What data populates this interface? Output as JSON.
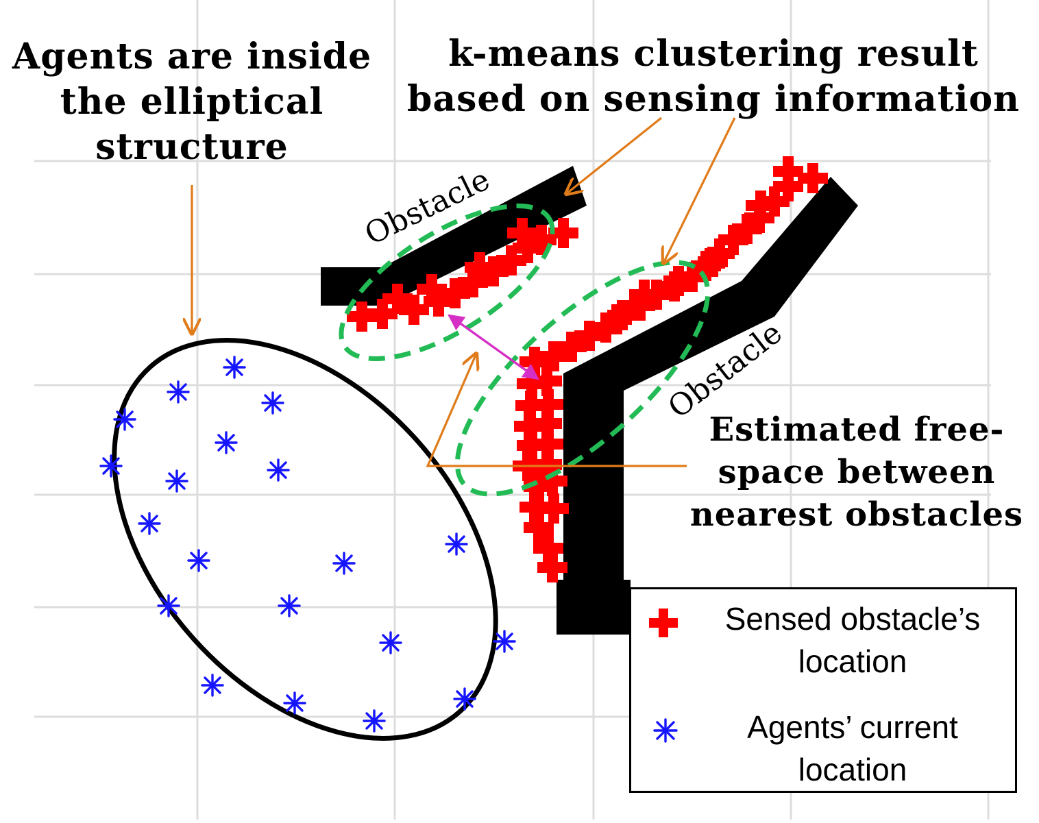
{
  "annotations": {
    "agents_lines": [
      "Agents are inside",
      "the elliptical",
      "structure"
    ],
    "kmeans_lines": [
      "k-means clustering result",
      "based on sensing information"
    ],
    "freespace_lines": [
      "Estimated free-",
      "space between",
      "nearest obstacles"
    ]
  },
  "obstacle_labels": [
    "Obstacle",
    "Obstacle"
  ],
  "legend": {
    "obstacle_lines": [
      "Sensed obstacle’s",
      "location"
    ],
    "agent_lines": [
      "Agents’ current",
      "location"
    ]
  },
  "colors": {
    "obstacle": "#000000",
    "sensed_marker": "#ff0000",
    "agent_marker": "#1515ff",
    "cluster_outline": "#22bb55",
    "arrow": "#e07b1a",
    "freespace_arrow": "#d62fc6",
    "grid": "#dddddd"
  },
  "icons": {
    "sensed": "red-plus-marker",
    "agent": "blue-asterisk-marker"
  }
}
